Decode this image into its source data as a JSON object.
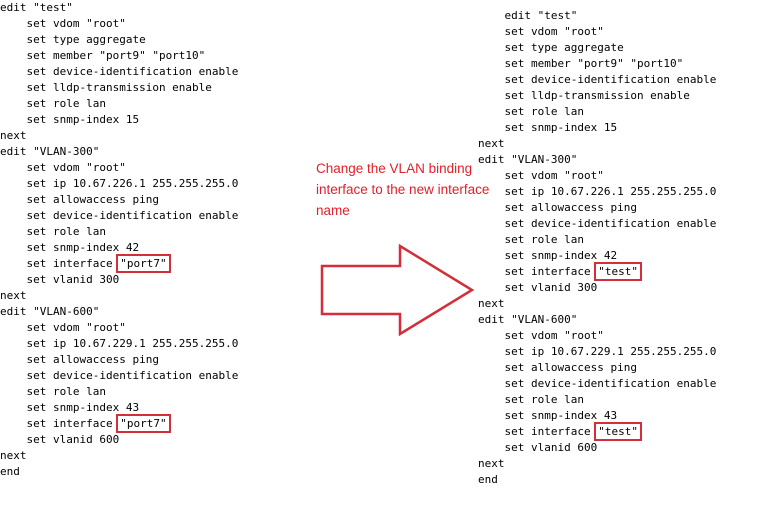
{
  "left_config": [
    "edit \"test\"",
    "    set vdom \"root\"",
    "    set type aggregate",
    "    set member \"port9\" \"port10\"",
    "    set device-identification enable",
    "    set lldp-transmission enable",
    "    set role lan",
    "    set snmp-index 15",
    "next",
    "edit \"VLAN-300\"",
    "    set vdom \"root\"",
    "    set ip 10.67.226.1 255.255.255.0",
    "    set allowaccess ping",
    "    set device-identification enable",
    "    set role lan",
    "    set snmp-index 42",
    "    set interface ",
    "    set vlanid 300",
    "next",
    "edit \"VLAN-600\"",
    "    set vdom \"root\"",
    "    set ip 10.67.229.1 255.255.255.0",
    "    set allowaccess ping",
    "    set device-identification enable",
    "    set role lan",
    "    set snmp-index 43",
    "    set interface ",
    "    set vlanid 600",
    "next",
    "end"
  ],
  "left_highlights": {
    "16": "\"port7\"",
    "26": "\"port7\""
  },
  "right_config": [
    "    edit \"test\"",
    "    set vdom \"root\"",
    "    set type aggregate",
    "    set member \"port9\" \"port10\"",
    "    set device-identification enable",
    "    set lldp-transmission enable",
    "    set role lan",
    "    set snmp-index 15",
    "next",
    "edit \"VLAN-300\"",
    "    set vdom \"root\"",
    "    set ip 10.67.226.1 255.255.255.0",
    "    set allowaccess ping",
    "    set device-identification enable",
    "    set role lan",
    "    set snmp-index 42",
    "    set interface ",
    "    set vlanid 300",
    "next",
    "edit \"VLAN-600\"",
    "    set vdom \"root\"",
    "    set ip 10.67.229.1 255.255.255.0",
    "    set allowaccess ping",
    "    set device-identification enable",
    "    set role lan",
    "    set snmp-index 43",
    "    set interface ",
    "    set vlanid 600",
    "next",
    "end"
  ],
  "right_highlights": {
    "16": "\"test\"",
    "26": "\"test\""
  },
  "annotation": "Change the VLAN binding interface to the new interface name",
  "colors": {
    "highlight": "#d32f3a",
    "annotation": "#e2202b",
    "arrow": "#d32f3a"
  }
}
